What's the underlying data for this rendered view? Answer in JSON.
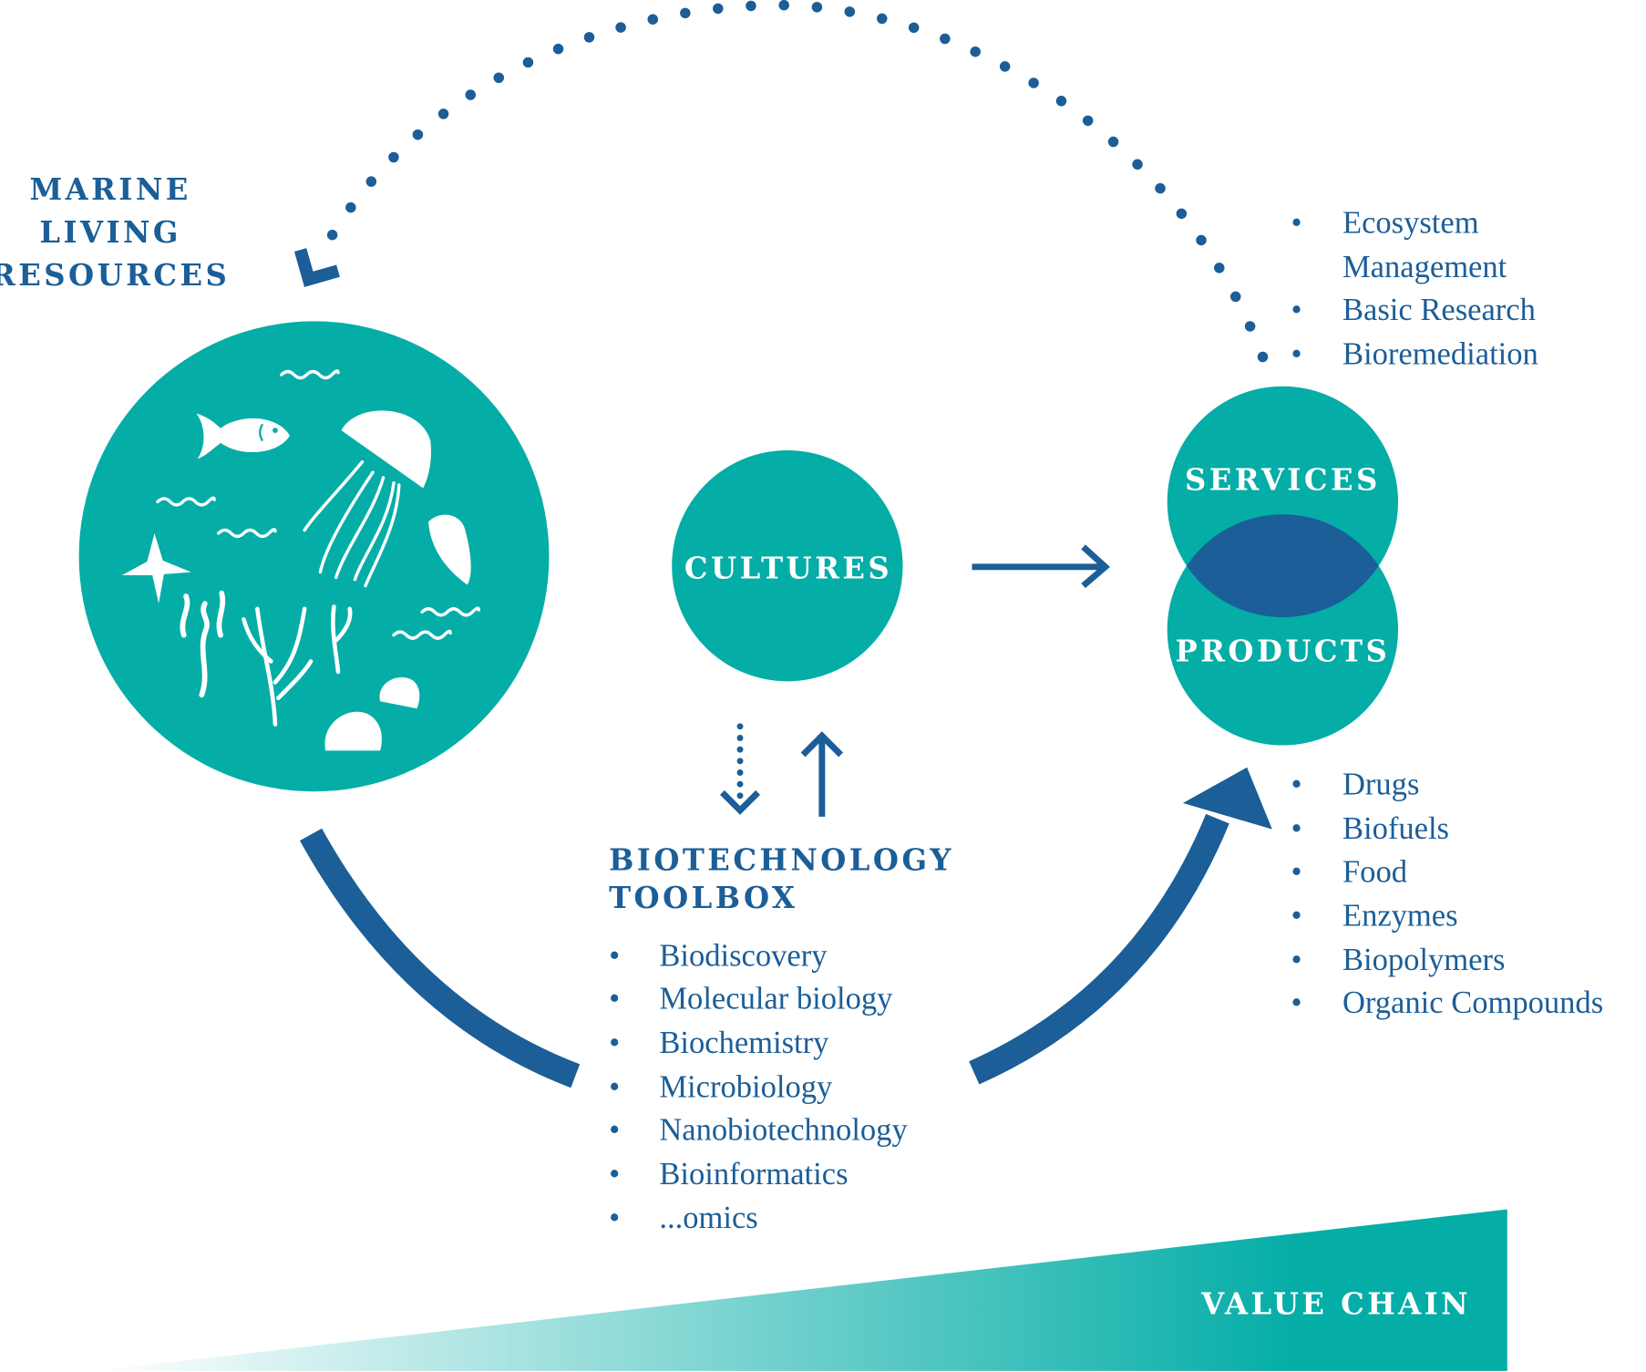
{
  "colors": {
    "teal": "#05ADA7",
    "blue": "#1B5E98",
    "white": "#FFFFFF"
  },
  "marine": {
    "title_lines": [
      "MARINE",
      "LIVING",
      "RESOURCES"
    ],
    "icons": [
      "fish-icon",
      "jellyfish-icon",
      "starfish-icon",
      "shell-icon",
      "seaweed-icon",
      "coral-icon",
      "scallop-icon",
      "wave-icon"
    ]
  },
  "cultures": {
    "label": "CULTURES"
  },
  "services": {
    "label": "SERVICES",
    "items": [
      "Ecosystem",
      "Management",
      "Basic Research",
      "Bioremediation"
    ]
  },
  "products": {
    "label": "PRODUCTS",
    "items": [
      "Drugs",
      "Biofuels",
      "Food",
      "Enzymes",
      "Biopolymers",
      "Organic Compounds"
    ]
  },
  "toolbox": {
    "title_lines": [
      "BIOTECHNOLOGY",
      "TOOLBOX"
    ],
    "items": [
      "Biodiscovery",
      "Molecular biology",
      "Biochemistry",
      "Microbiology",
      "Nanobiotechnology",
      "Bioinformatics",
      "...omics"
    ]
  },
  "value_chain": {
    "label": "VALUE CHAIN"
  },
  "bullet": "•"
}
